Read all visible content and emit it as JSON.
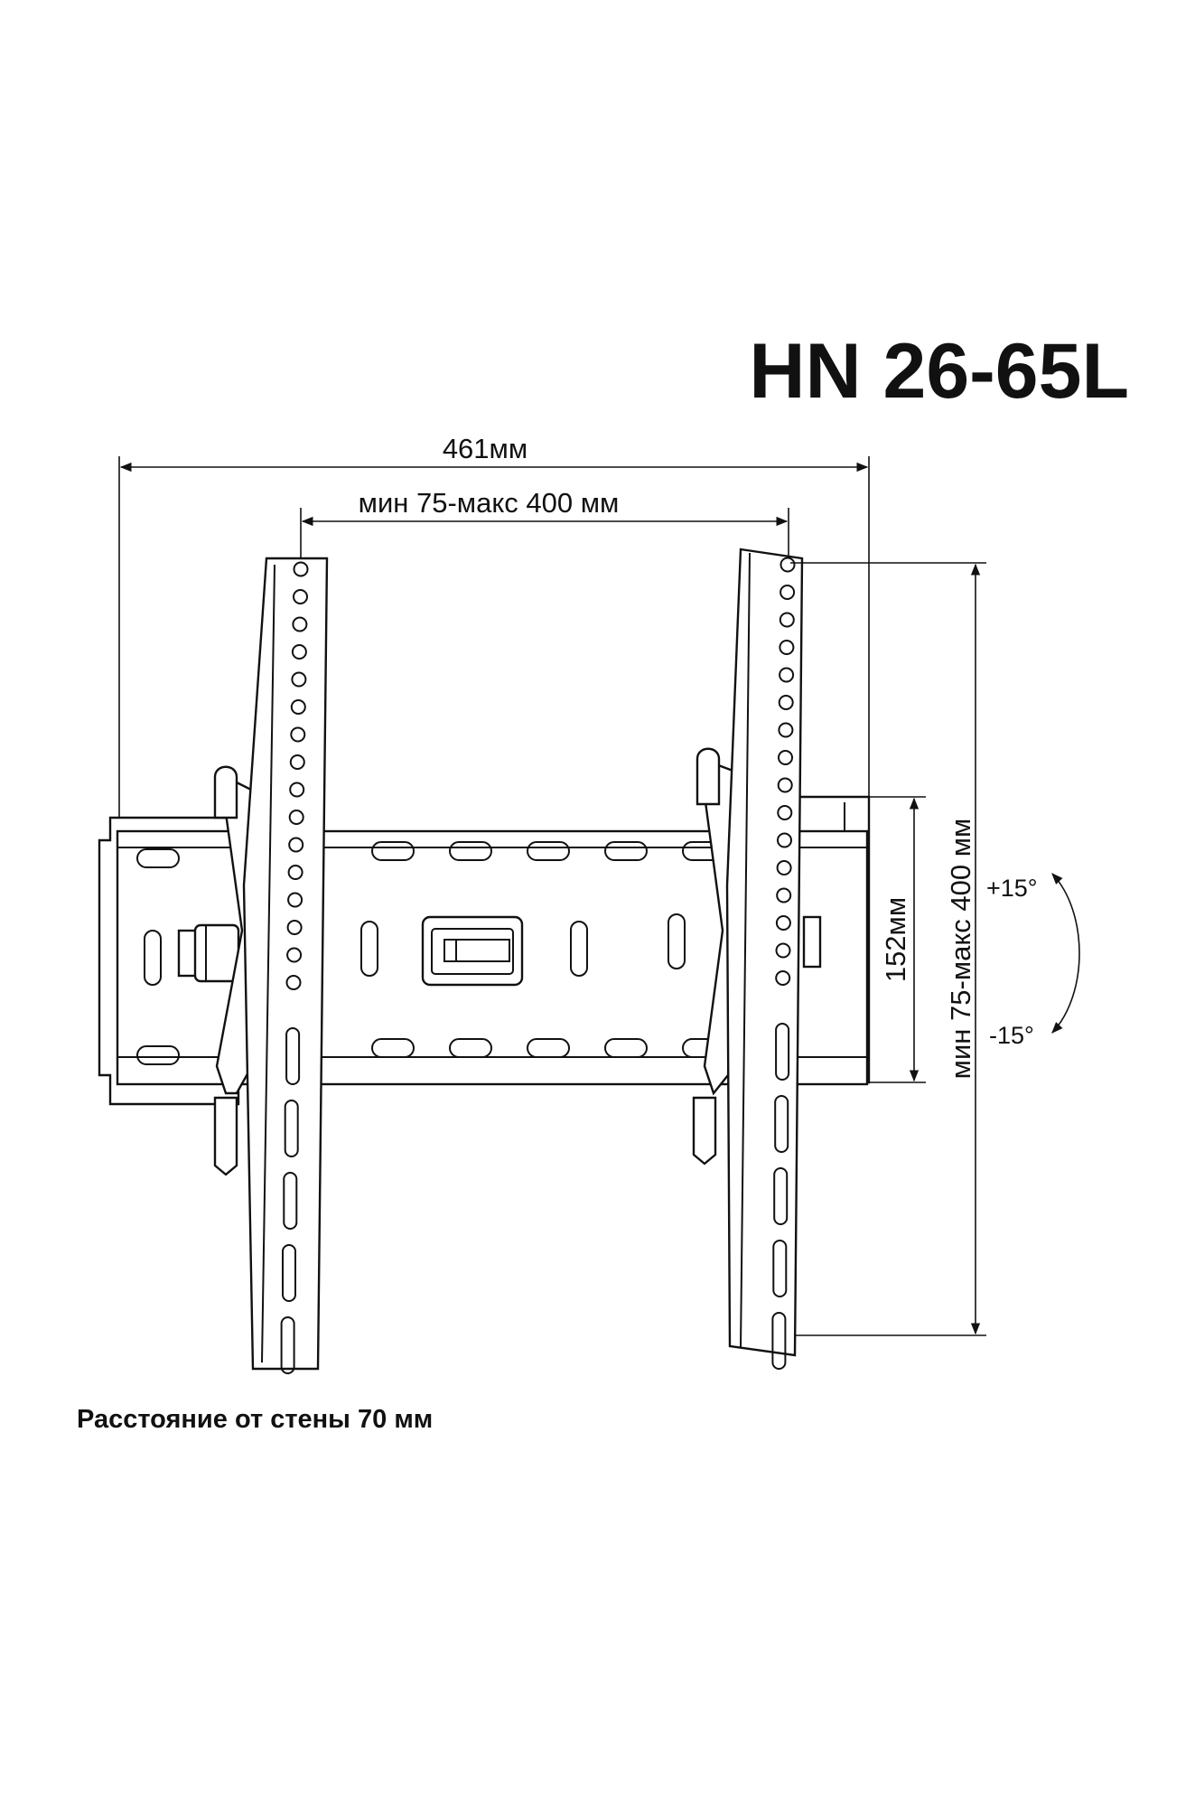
{
  "title": "HN 26-65L",
  "dimensions": {
    "overall_width": "461мм",
    "hole_spacing_horizontal": "мин 75-макс 400 мм",
    "wall_plate_height": "152мм",
    "hole_spacing_vertical": "мин 75-макс 400 мм"
  },
  "tilt": {
    "up": "+15°",
    "down": "-15°"
  },
  "footer": {
    "wall_distance": "Расстояние от стены 70 мм"
  },
  "colors": {
    "line": "#111111",
    "background": "#ffffff"
  }
}
